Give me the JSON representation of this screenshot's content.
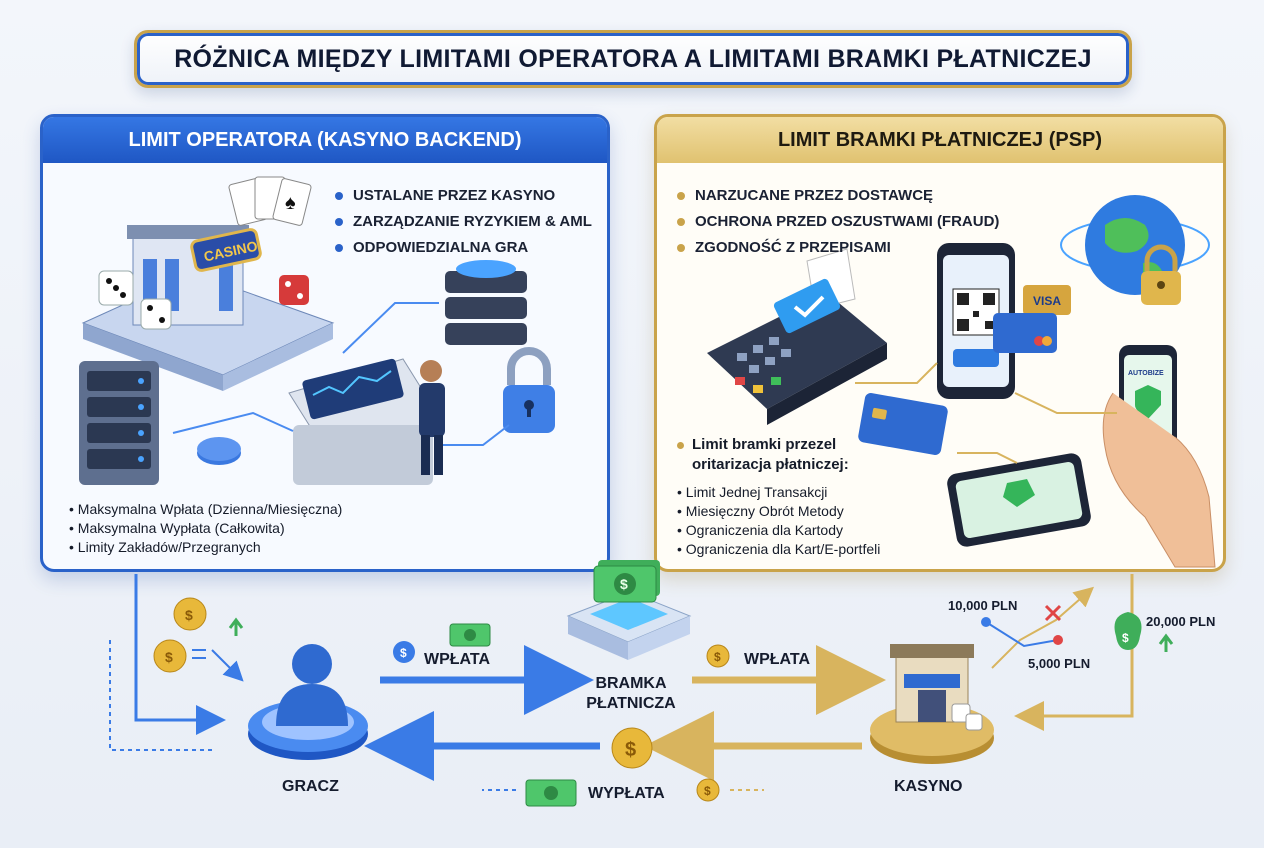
{
  "title": "RÓŻNICA MIĘDZY LIMITAMI OPERATORA A LIMITAMI BRAMKI PŁATNICZEJ",
  "operator_panel": {
    "heading": "LIMIT OPERATORA (KASYNO BACKEND)",
    "bullets": [
      "USTALANE PRZEZ KASYNO",
      "ZARZĄDZANIE RYZYKIEM & AML",
      "ODPOWIEDZIALNA GRA"
    ],
    "limits": [
      "Maksymalna Wpłata (Dzienna/Miesięczna)",
      "Maksymalna Wypłata (Całkowita)",
      "Limity Zakładów/Przegranych"
    ],
    "casino_sign": "CASINO"
  },
  "psp_panel": {
    "heading": "LIMIT BRAMKI PŁATNICZEJ (PSP)",
    "bullets": [
      "NARZUCANE PRZEZ DOSTAWCĘ",
      "OCHRONA PRZED OSZUSTWAMI (FRAUD)",
      "ZGODNOŚĆ Z PRZEPISAMI"
    ],
    "subheading_line1": "Limit bramki przezel",
    "subheading_line2": "oritarizacja płatniczej:",
    "limits": [
      "Limit Jednej Transakcji",
      "Miesięczny Obrót Metody",
      "Ograniczenia dla Kartody",
      "Ograniczenia dla Kart/E-portfeli"
    ],
    "card_brand": "VISA",
    "phone_label": "AUTOBIZE"
  },
  "flow": {
    "player": "GRACZ",
    "gateway_line1": "BRAMKA",
    "gateway_line2": "PŁATNICZA",
    "casino": "KASYNO",
    "deposit_1": "WPŁATA",
    "deposit_2": "WPŁATA",
    "withdrawal": "WYPŁATA",
    "limit_a": "10,000 PLN",
    "limit_b": "5,000 PLN",
    "limit_c": "20,000 PLN"
  },
  "colors": {
    "operator_blue": "#2a62c9",
    "psp_gold": "#c9a34a",
    "flow_blue": "#3a7be6",
    "flow_gold": "#d8b45e"
  }
}
